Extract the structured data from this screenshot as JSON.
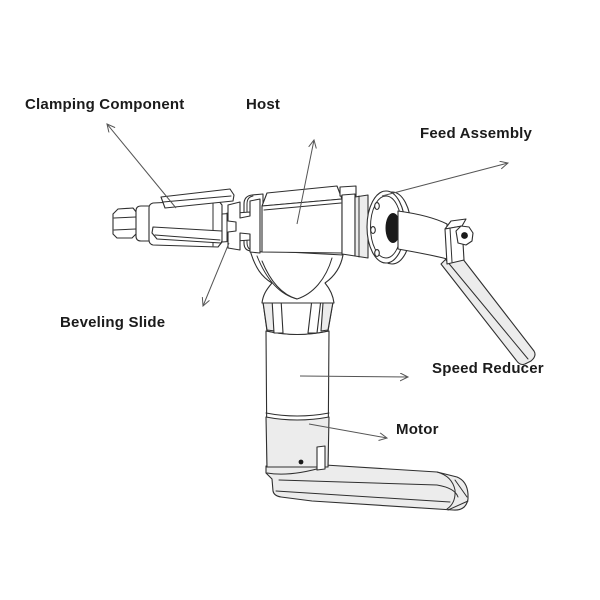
{
  "diagram": {
    "background_color": "#ffffff",
    "line_color": "#2f2f2f",
    "arrow_color": "#555555",
    "shade_color": "#ececec",
    "labels": {
      "clamping_component": "Clamping Component",
      "host": "Host",
      "feed_assembly": "Feed Assembly",
      "beveling_slide": "Beveling Slide",
      "speed_reducer": "Speed Reducer",
      "motor": "Motor"
    }
  }
}
